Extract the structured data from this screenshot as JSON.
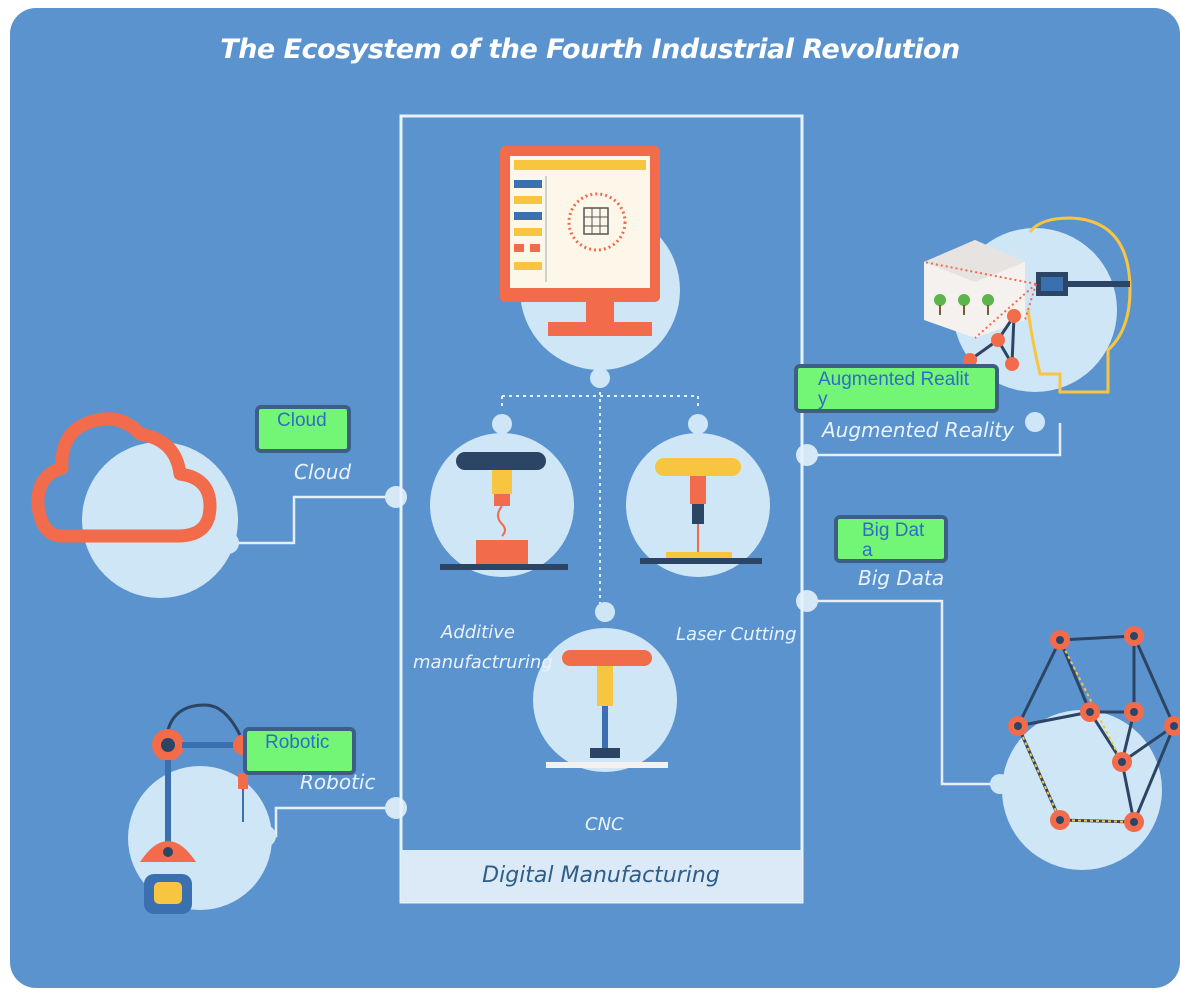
{
  "title": "The Ecosystem of the Fourth Industrial Revolution",
  "center_footer": "Digital Manufacturing",
  "labels": {
    "cloud": "Cloud",
    "robotic": "Robotic",
    "augmented_reality": "Augmented Reality",
    "big_data": "Big Data",
    "additive": "Additive manufactruring",
    "laser": "Laser Cutting",
    "cnc": "CNC"
  },
  "annotations": {
    "cloud": "Cloud",
    "robotic": "Robotic",
    "augmented_reality": "Augmented Reality",
    "big_data": "Big Data"
  },
  "colors": {
    "background": "#5b93cf",
    "circle": "#cfe6f6",
    "accent_orange": "#f26b4b",
    "accent_yellow": "#f7c53f",
    "navy": "#2d4565",
    "annotation_fill": "#73f575",
    "annotation_border": "#3d5f86"
  }
}
